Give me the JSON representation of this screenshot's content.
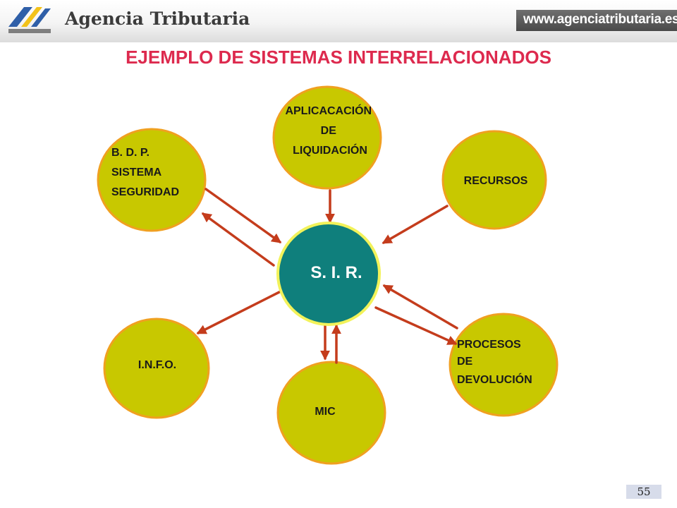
{
  "header": {
    "brand": "Agencia Tributaria",
    "url": "www.agenciatributaria.es"
  },
  "slide": {
    "title": "EJEMPLO DE SISTEMAS INTERRELACIONADOS",
    "page_number": "55"
  },
  "diagram": {
    "center": {
      "label": "S. I. R."
    },
    "nodes": {
      "bdp": {
        "lines": [
          "B. D. P.",
          "SISTEMA",
          "SEGURIDAD"
        ]
      },
      "liquidacion": {
        "lines": [
          "APLICACACIÓN",
          "DE",
          "LIQUIDACIÓN"
        ]
      },
      "recursos": {
        "lines": [
          "RECURSOS"
        ]
      },
      "info": {
        "lines": [
          "I.N.F.O."
        ]
      },
      "mic": {
        "lines": [
          "MIC"
        ]
      },
      "devolucion": {
        "lines": [
          "PROCESOS",
          "DE",
          "DEVOLUCIÓN"
        ]
      }
    }
  },
  "colors": {
    "node_fill": "#c8c800",
    "node_stroke": "#f0a020",
    "center_fill": "#0f7f7c",
    "center_stroke": "#f2f25a",
    "arrow": "#c43c1c",
    "title": "#dd2a4e"
  }
}
